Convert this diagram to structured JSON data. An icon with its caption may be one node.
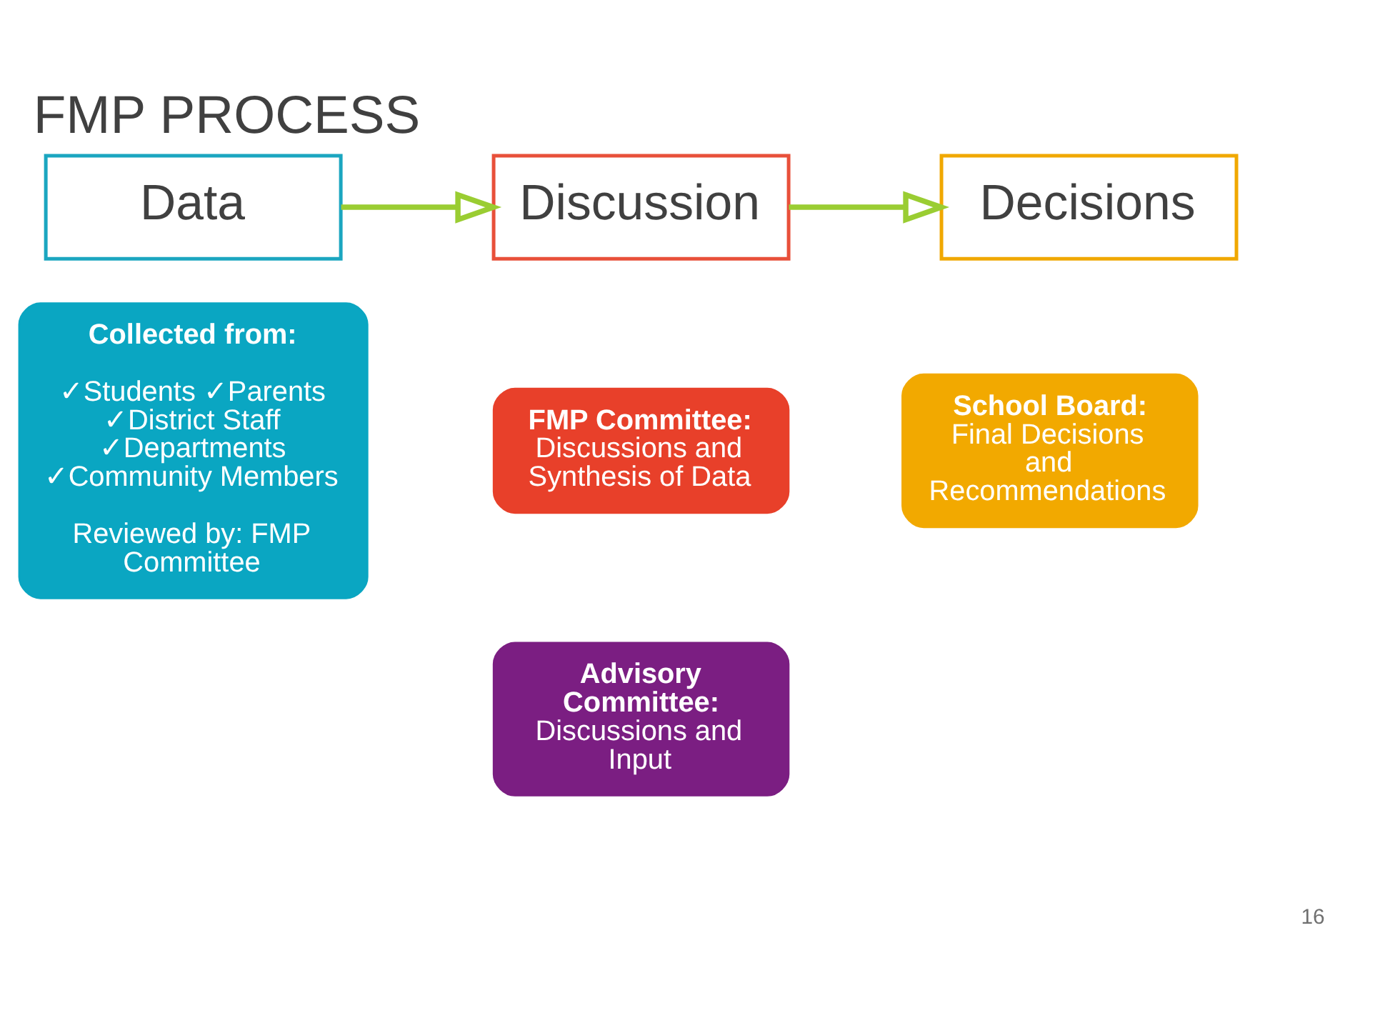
{
  "diagram": {
    "title": "FMP PROCESS",
    "nodes": [
      {
        "text": [
          "Data"
        ]
      },
      {
        "text": [
          "Discussion"
        ]
      },
      {
        "text": [
          "Decisions"
        ]
      },
      {
        "text": [
          "Collected from:",
          "✓Students ✓Parents ✓District Staff ✓Departments ✓Community Members",
          "Reviewed by: FMP Committee"
        ]
      },
      {
        "text": [
          "FMP Committee:",
          "Discussions and Synthesis of Data"
        ]
      },
      {
        "text": [
          "Advisory Committee:",
          "Discussions and Input"
        ]
      },
      {
        "text": [
          "School Board:",
          "Final Decisions and Recommendations"
        ]
      }
    ],
    "edges": [
      {
        "from": 0,
        "to": 1,
        "arrow": "to"
      },
      {
        "from": 1,
        "to": 2,
        "arrow": "to"
      }
    ],
    "labels": [
      "16"
    ]
  }
}
